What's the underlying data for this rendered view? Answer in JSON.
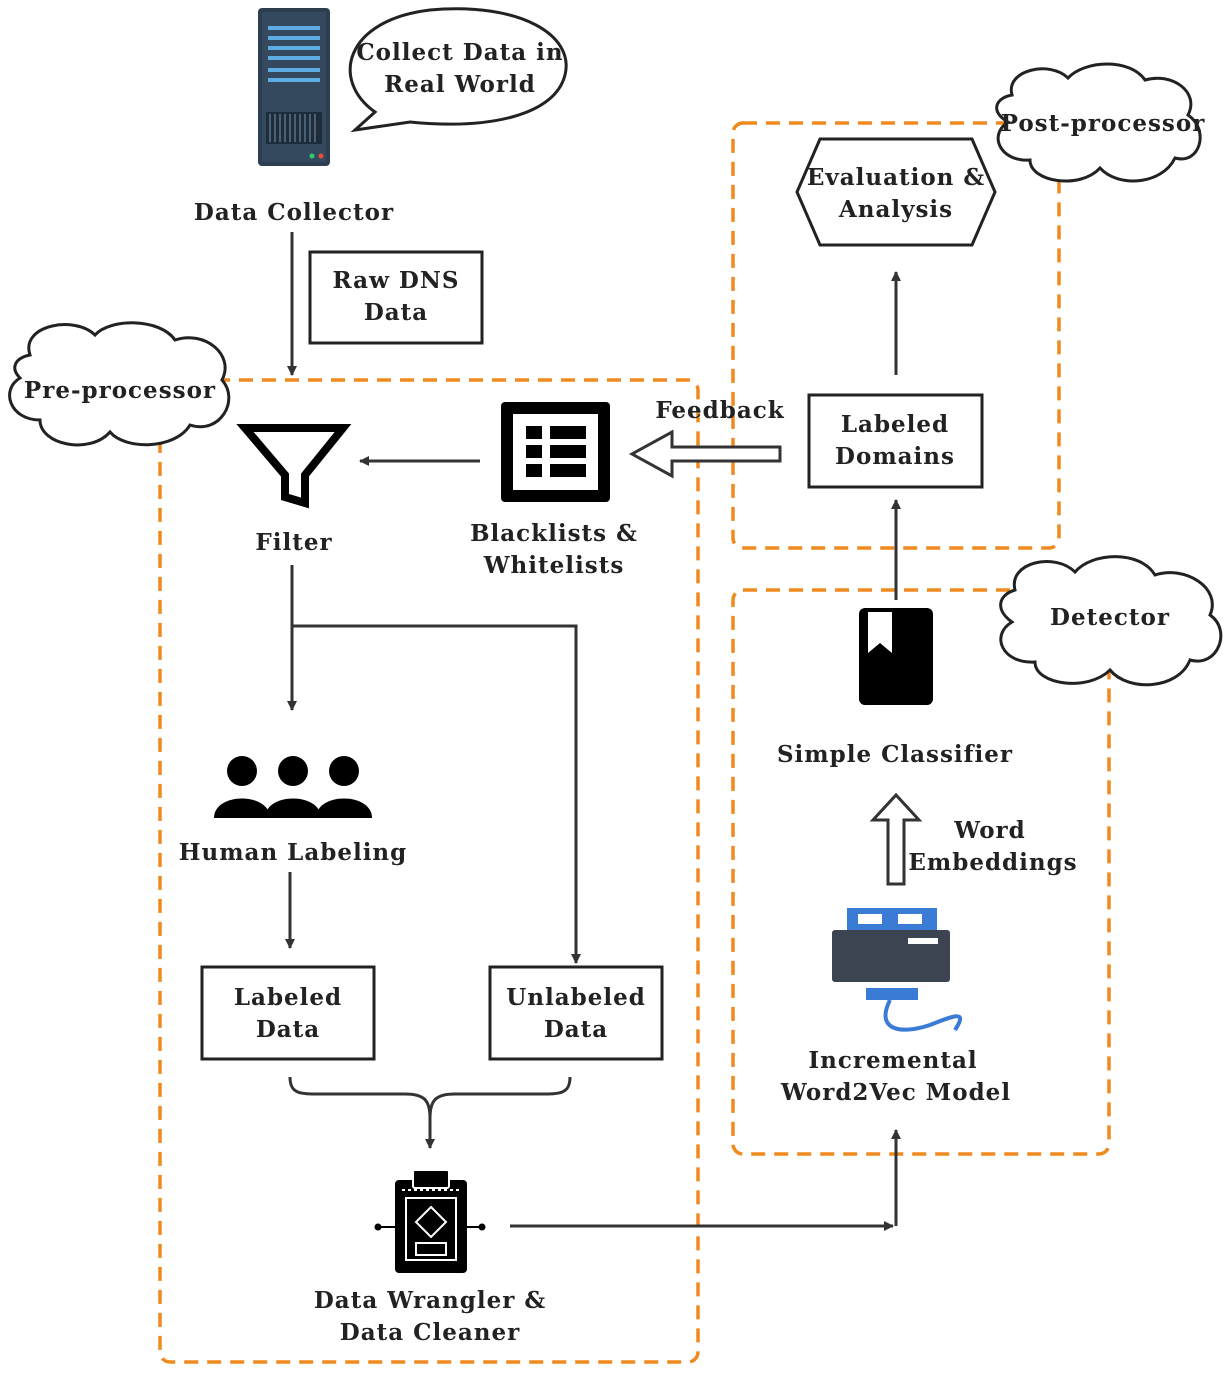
{
  "labels": {
    "speech": [
      "Collect Data in",
      "Real World"
    ],
    "data_collector": "Data Collector",
    "raw_dns": [
      "Raw DNS",
      "Data"
    ],
    "pre_processor": "Pre-processor",
    "post_processor": "Post-processor",
    "detector": "Detector",
    "filter": "Filter",
    "blacklists": [
      "Blacklists &",
      "Whitelists"
    ],
    "feedback": "Feedback",
    "labeled_domains": [
      "Labeled",
      "Domains"
    ],
    "evaluation": [
      "Evaluation &",
      "Analysis"
    ],
    "simple_classifier": "Simple Classifier",
    "word_embeddings": [
      "Word",
      "Embeddings"
    ],
    "incremental": [
      "Incremental",
      "Word2Vec Model"
    ],
    "human_labeling": "Human Labeling",
    "labeled_data": [
      "Labeled",
      "Data"
    ],
    "unlabeled_data": [
      "Unlabeled",
      "Data"
    ],
    "wrangler": [
      "Data Wrangler &",
      "Data Cleaner"
    ]
  },
  "icons": {
    "server": "server-icon",
    "filter": "funnel-icon",
    "list": "list-icon",
    "people": "people-icon",
    "book": "bookmark-book-icon",
    "model": "machine-icon",
    "wrangler": "wrangler-icon"
  },
  "colors": {
    "dashed_border": "#f08a1e",
    "server_body": "#2c3e50",
    "server_accent": "#5dade2",
    "model_blue": "#3a7bd5",
    "model_dark": "#3b4450"
  }
}
